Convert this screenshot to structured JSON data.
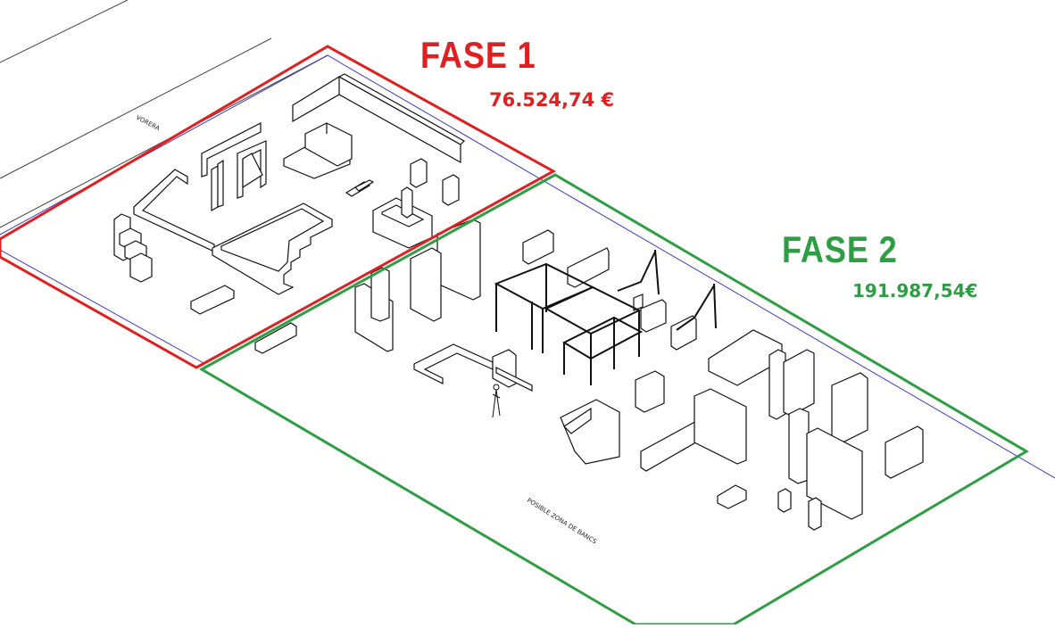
{
  "phases": [
    {
      "title": "FASE 1",
      "cost": "76.524,74 €",
      "color": "#e02020"
    },
    {
      "title": "FASE 2",
      "cost": "191.987,54€",
      "color": "#2e9e44"
    }
  ],
  "plan_labels": {
    "sidewalk": "VORERA",
    "bench_zone": "POSIBLE ZONA DE BANCS"
  }
}
